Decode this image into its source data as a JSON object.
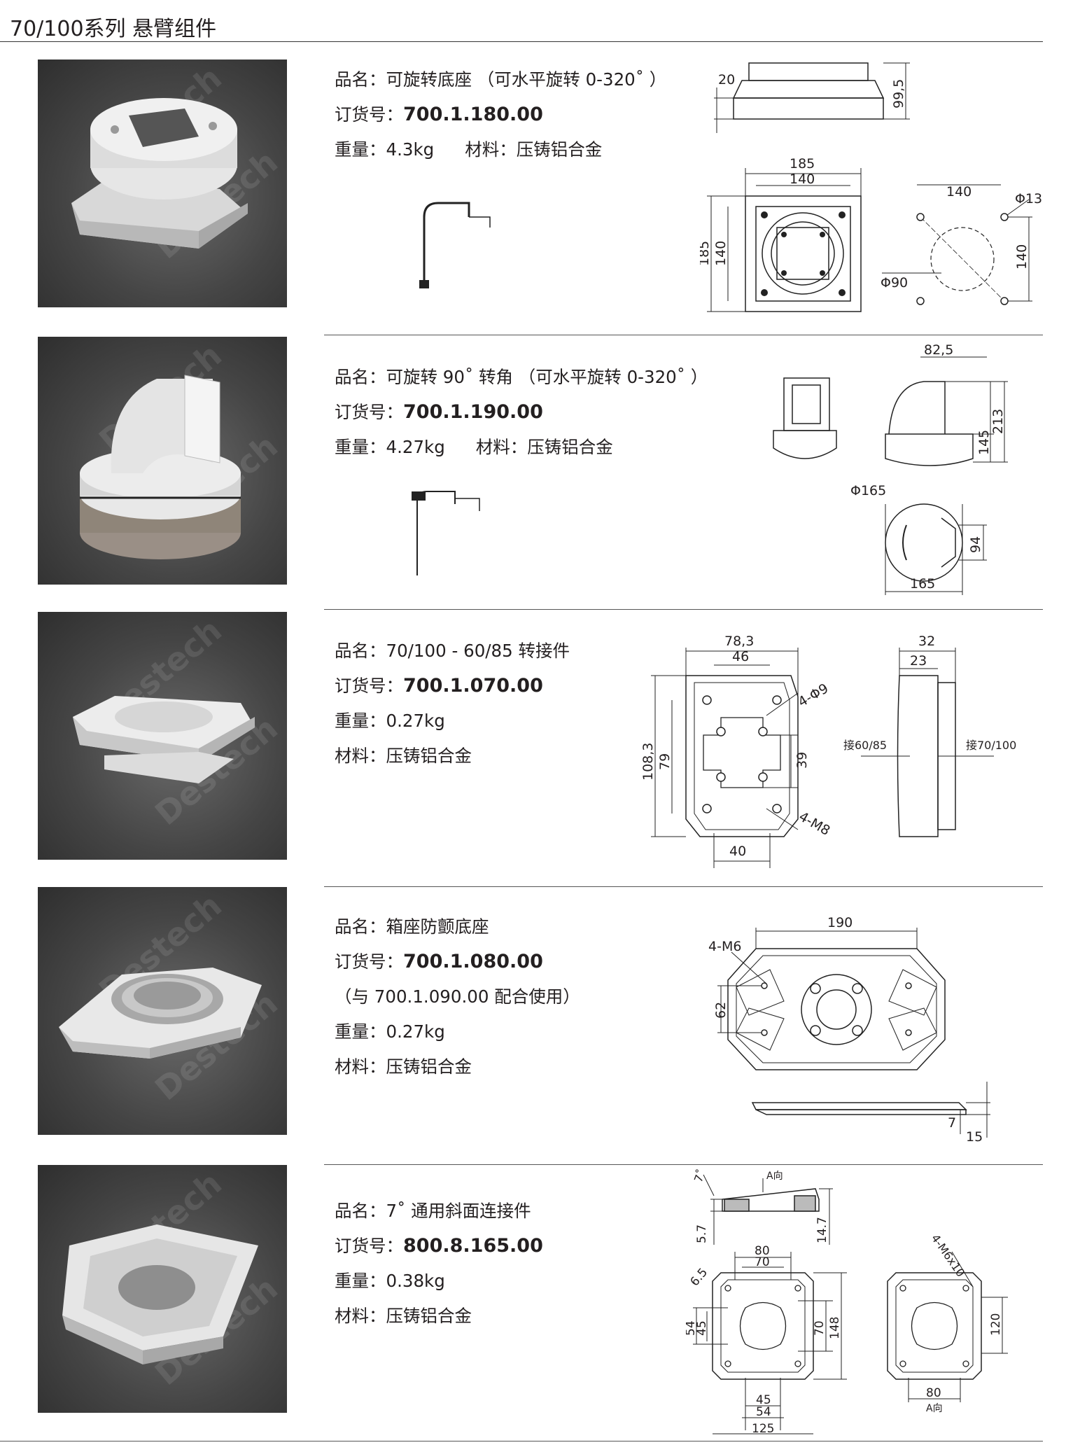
{
  "header": {
    "title": "70/100系列 悬臂组件"
  },
  "watermark_text": "Destech",
  "labels": {
    "name": "品名：",
    "order": "订货号：",
    "weight": "重量：",
    "material": "材料："
  },
  "products": [
    {
      "name": "可旋转底座 （可水平旋转 0-320˚ ）",
      "order_no": "700.1.180.00",
      "weight": "4.3kg",
      "material": "压铸铝合金",
      "dims": {
        "d20": "20",
        "d99": "99,5",
        "d185a": "185",
        "d140a": "140",
        "d185b": "185",
        "d140b": "140",
        "d140c": "140",
        "phi13": "Φ13",
        "phi90": "Φ90",
        "d140d": "140"
      }
    },
    {
      "name": "可旋转 90˚ 转角 （可水平旋转 0-320˚ ）",
      "order_no": "700.1.190.00",
      "weight": "4.27kg",
      "material": "压铸铝合金",
      "dims": {
        "d82": "82,5",
        "d145": "145",
        "d213": "213",
        "phi165": "Φ165",
        "d94": "94",
        "d165": "165"
      }
    },
    {
      "name": "70/100 - 60/85 转接件",
      "order_no": "700.1.070.00",
      "weight": "0.27kg",
      "material": "压铸铝合金",
      "dims": {
        "d78": "78,3",
        "d46": "46",
        "phi9": "4-Φ9",
        "d108": "108,3",
        "d79": "79",
        "d39": "39",
        "m8": "4-M8",
        "d40": "40",
        "d32": "32",
        "d23": "23",
        "to6085": "接60/85",
        "to70100": "接70/100"
      }
    },
    {
      "name": "箱座防颤底座",
      "order_no": "700.1.080.00",
      "note": "（与 700.1.090.00 配合使用）",
      "weight": "0.27kg",
      "material": "压铸铝合金",
      "dims": {
        "d190": "190",
        "m6": "4-M6",
        "d62": "62",
        "d7": "7",
        "d15": "15"
      }
    },
    {
      "name": "7˚ 通用斜面连接件",
      "order_no": "800.8.165.00",
      "weight": "0.38kg",
      "material": "压铸铝合金",
      "dims": {
        "deg7": "7˚",
        "arrowA": "A向",
        "d57": "5.7",
        "d147": "14.7",
        "d80a": "80",
        "d70a": "70",
        "d65": "6.5",
        "d54a": "54",
        "d45a": "45",
        "d70b": "70",
        "d148": "148",
        "d45b": "45",
        "d54b": "54",
        "d125": "125",
        "m6x10": "4-M6x10",
        "d120": "120",
        "d80b": "80",
        "viewA": "A向"
      }
    }
  ]
}
